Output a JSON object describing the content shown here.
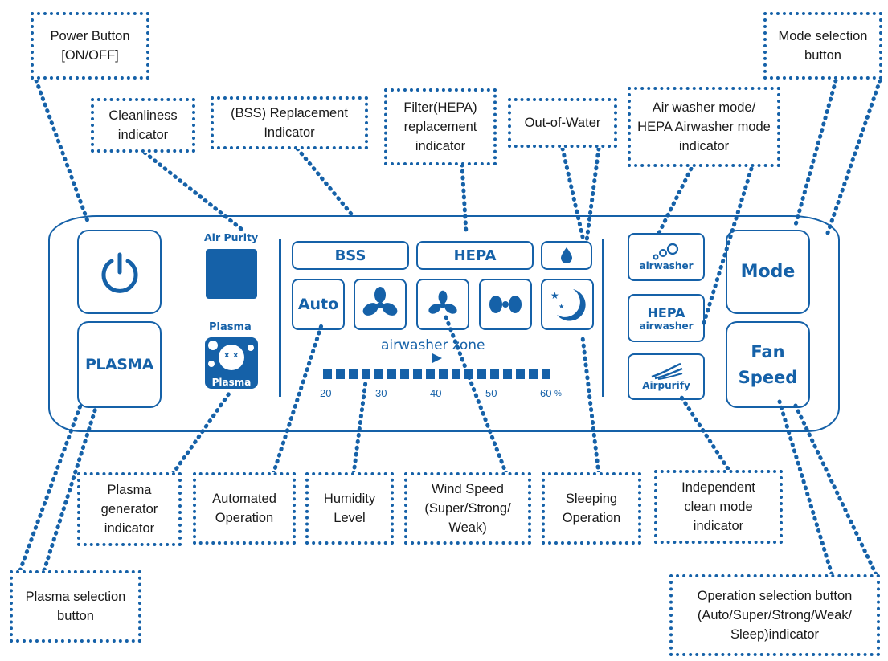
{
  "callouts": {
    "power": "Power Button\n[ON/OFF]",
    "mode_btn": "Mode selection\nbutton",
    "cleanliness": "Cleanliness\nindicator",
    "bss": "(BSS) Replacement\nIndicator",
    "hepa_filter": "Filter(HEPA)\nreplacement\nindicator",
    "water": "Out-of-Water",
    "airwasher_mode": "Air washer mode/\nHEPA Airwasher mode\nindicator",
    "plasma_gen": "Plasma\ngenerator\nindicator",
    "auto_op": "Automated\nOperation",
    "humidity": "Humidity\nLevel",
    "wind": "Wind Speed\n(Super/Strong/\nWeak)",
    "sleep": "Sleeping\nOperation",
    "indep_clean": "Independent\nclean mode\nindicator",
    "plasma_sel": "Plasma selection\nbutton",
    "operation_sel": "Operation selection button\n(Auto/Super/Strong/Weak/\nSleep)indicator"
  },
  "panel": {
    "air_purity_label": "Air Purity",
    "plasma_label": "Plasma",
    "plasma_icon_label": "Plasma",
    "plasma_button": "PLASMA",
    "bss_label": "BSS",
    "hepa_label": "HEPA",
    "auto_label": "Auto",
    "brand": "airwasher zone",
    "humidity_ticks": [
      "20",
      "30",
      "40",
      "50",
      "60"
    ],
    "humidity_unit": "%",
    "airwasher_label": "airwasher",
    "hepa_airwasher_top": "HEPA",
    "hepa_airwasher_bottom": "airwasher",
    "airpurify_label": "Airpurify",
    "mode_button": "Mode",
    "fan_speed_top": "Fan",
    "fan_speed_bottom": "Speed"
  },
  "colors": {
    "accent": "#1561a8"
  },
  "icons": [
    "power-icon",
    "water-drop-icon",
    "fan-icon",
    "fan-strong-icon",
    "fan-weak-icon",
    "moon-stars-icon",
    "bubbles-icon",
    "wind-icon",
    "plasma-face-icon"
  ]
}
